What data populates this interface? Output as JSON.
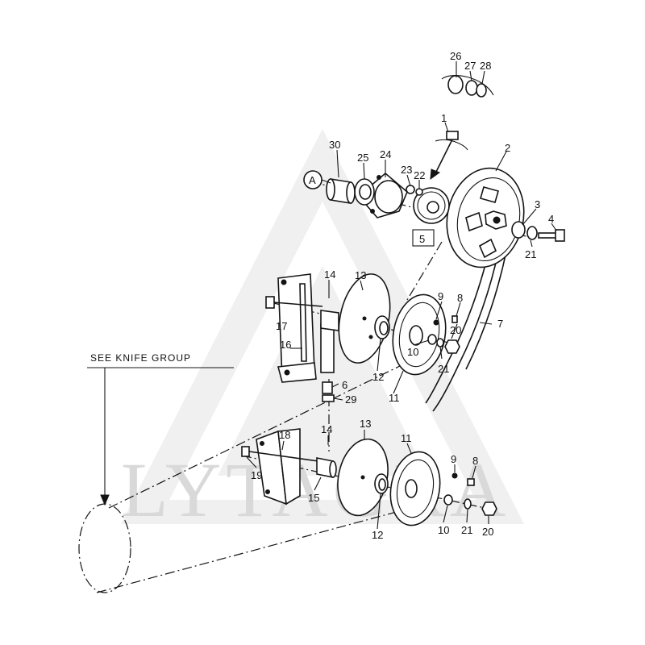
{
  "note": {
    "see_knife_group": "SEE  KNIFE  GROUP"
  },
  "circle_ref": "A",
  "watermark": {
    "text": "LYTAGRA",
    "color": "#dcdcdc"
  },
  "callouts": {
    "c26": "26",
    "c27": "27",
    "c28": "28",
    "c1": "1",
    "c2": "2",
    "c3": "3",
    "c4": "4",
    "c5": "5",
    "c30": "30",
    "c25": "25",
    "c24": "24",
    "c23": "23",
    "c22": "22",
    "c21a": "21",
    "c14a": "14",
    "c13a": "13",
    "c9a": "9",
    "c8a": "8",
    "c20a": "20",
    "c7": "7",
    "c17": "17",
    "c16": "16",
    "c10a": "10",
    "c21b": "21",
    "c12a": "12",
    "c11a": "11",
    "c6": "6",
    "c29": "29",
    "c14b": "14",
    "c13b": "13",
    "c18": "18",
    "c11b": "11",
    "c9b": "9",
    "c8b": "8",
    "c19": "19",
    "c15": "15",
    "c12b": "12",
    "c10b": "10",
    "c21c": "21",
    "c20b": "20"
  }
}
